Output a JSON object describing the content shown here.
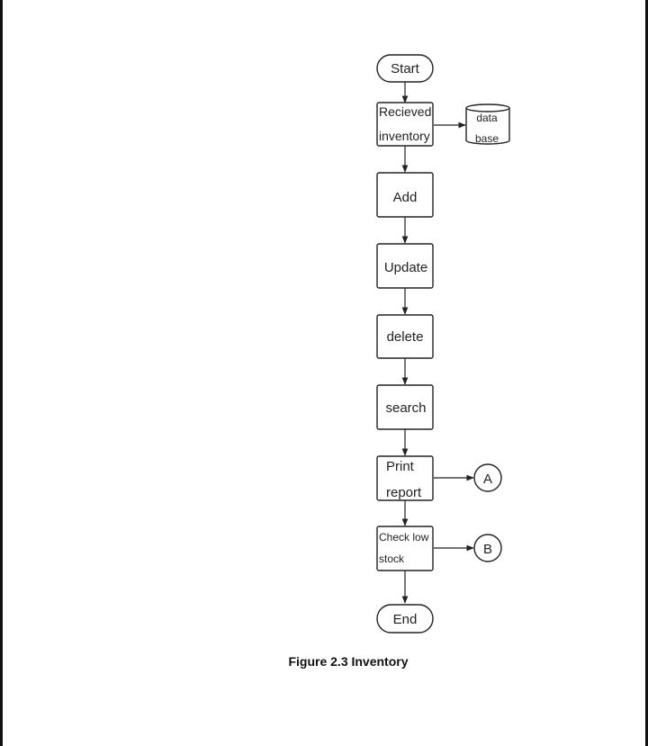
{
  "diagram": {
    "nodes": {
      "start": [
        "Start"
      ],
      "received": [
        "Recieved",
        "inventory"
      ],
      "database": [
        "data",
        "base"
      ],
      "add": [
        "Add"
      ],
      "update": [
        "Update"
      ],
      "delete": [
        "delete"
      ],
      "search": [
        "search"
      ],
      "print": [
        "Print",
        "report"
      ],
      "connector_a": [
        "A"
      ],
      "check": [
        "Check low",
        "stock"
      ],
      "connector_b": [
        "B"
      ],
      "end": [
        "End"
      ]
    }
  },
  "caption": "Figure 2.3 Inventory",
  "colors": {
    "stroke": "#222222",
    "background": "#ffffff"
  }
}
